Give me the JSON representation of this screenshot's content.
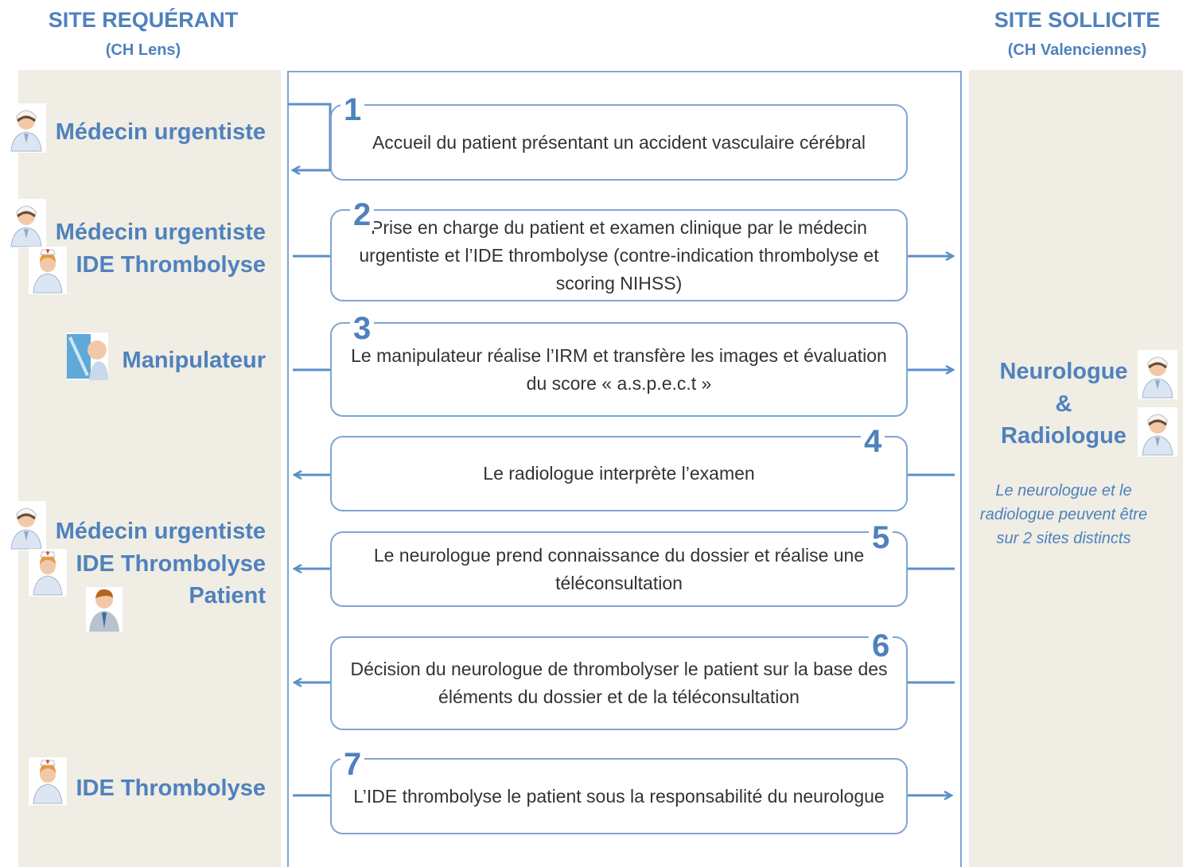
{
  "header": {
    "left_title": "SITE REQUÉRANT",
    "left_subtitle": "(CH Lens)",
    "right_title": "SITE SOLLICITE",
    "right_subtitle": "(CH Valenciennes)"
  },
  "left_roles": {
    "r1": "Médecin urgentiste",
    "r2a": "Médecin urgentiste",
    "r2b": "IDE Thrombolyse",
    "r3": "Manipulateur",
    "r5a": "Médecin urgentiste",
    "r5b": "IDE Thrombolyse",
    "r5c": "Patient",
    "r7": "IDE Thrombolyse"
  },
  "right_roles": {
    "neurologue": "Neurologue",
    "amp": "&",
    "radiologue": "Radiologue",
    "note": "Le neurologue et le radiologue peuvent être sur 2 sites distincts"
  },
  "steps": [
    {
      "num": "1",
      "text": "Accueil du patient présentant un accident vasculaire cérébral"
    },
    {
      "num": "2",
      "text": "Prise en charge du patient et examen clinique par le médecin urgentiste et l’IDE thrombolyse (contre-indication thrombolyse et scoring NIHSS)"
    },
    {
      "num": "3",
      "text": "Le manipulateur réalise l’IRM et transfère les images et évaluation du score « a.s.p.e.c.t »"
    },
    {
      "num": "4",
      "text": "Le radiologue interprète l’examen"
    },
    {
      "num": "5",
      "text": "Le neurologue prend connaissance du dossier et réalise une téléconsultation"
    },
    {
      "num": "6",
      "text": "Décision du neurologue de thrombolyser le patient sur la base des éléments du dossier et de la téléconsultation"
    },
    {
      "num": "7",
      "text": "L’IDE thrombolyse le patient sous la responsabilité du neurologue"
    }
  ],
  "icons": {
    "doctor": "doctor-icon",
    "nurse": "nurse-icon",
    "technician": "technician-icon",
    "patient": "patient-icon"
  },
  "colors": {
    "accent": "#4f81bd",
    "box_border": "#7fa5d3",
    "side_panel": "#efede4",
    "arrow": "#5b8fc9"
  }
}
